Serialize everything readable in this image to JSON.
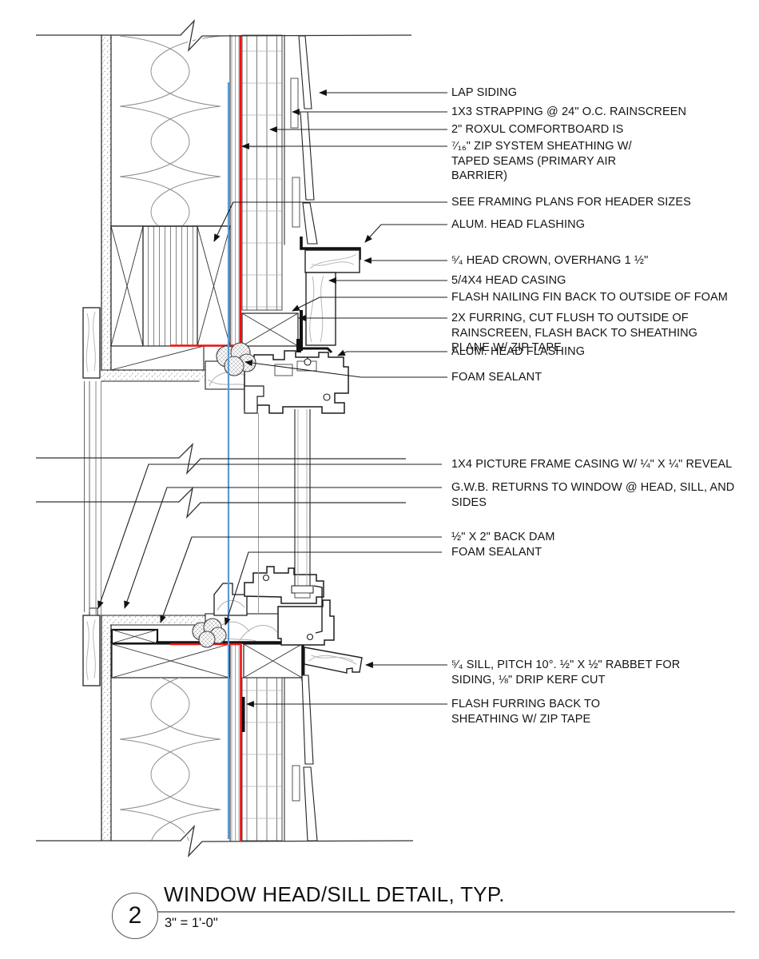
{
  "colors": {
    "air_barrier_red": "#f01010",
    "interior_plane_blue": "#5b9bd5",
    "line_black": "#1c1c1c"
  },
  "title_block": {
    "number": "2",
    "title": "WINDOW HEAD/SILL DETAIL, TYP.",
    "scale": "3\" = 1'-0\""
  },
  "callouts": [
    {
      "id": "lap-siding",
      "text": "LAP SIDING"
    },
    {
      "id": "strapping",
      "text": "1X3 STRAPPING @ 24\" O.C. RAINSCREEN"
    },
    {
      "id": "comfortboard",
      "text": "2\" ROXUL COMFORTBOARD IS"
    },
    {
      "id": "zip-sheathing",
      "text": "⁷⁄₁₆\" ZIP SYSTEM SHEATHING W/ TAPED SEAMS (PRIMARY AIR BARRIER)"
    },
    {
      "id": "header-note",
      "text": "SEE FRAMING PLANS FOR HEADER SIZES"
    },
    {
      "id": "head-flashing-upper",
      "text": "ALUM. HEAD FLASHING"
    },
    {
      "id": "head-crown",
      "text": "⁵⁄₄ HEAD CROWN, OVERHANG 1 ½\""
    },
    {
      "id": "head-casing",
      "text": "5/4X4 HEAD CASING"
    },
    {
      "id": "nailing-fin-note",
      "text": "FLASH NAILING FIN BACK TO OUTSIDE OF FOAM"
    },
    {
      "id": "furring-note",
      "text": "2X FURRING, CUT FLUSH TO OUTSIDE OF RAINSCREEN, FLASH BACK TO SHEATHING PLANE W/ ZIP TAPE"
    },
    {
      "id": "head-flashing-lower",
      "text": "ALUM. HEAD FLASHING"
    },
    {
      "id": "foam-sealant-head",
      "text": "FOAM SEALANT"
    },
    {
      "id": "picture-frame-casing",
      "text": "1X4 PICTURE FRAME CASING W/ ¼\" X ¼\" REVEAL"
    },
    {
      "id": "gwb-returns",
      "text": "G.W.B. RETURNS TO WINDOW @ HEAD, SILL, AND SIDES"
    },
    {
      "id": "back-dam",
      "text": "½\" X 2\" BACK DAM"
    },
    {
      "id": "foam-sealant-sill",
      "text": "FOAM SEALANT"
    },
    {
      "id": "sill-note",
      "text": "⁵⁄₄ SILL, PITCH 10°. ½\" X ½\" RABBET FOR SIDING, ⅛\" DRIP KERF CUT"
    },
    {
      "id": "flash-furring-note",
      "text": "FLASH FURRING BACK TO SHEATHING W/ ZIP TAPE"
    }
  ]
}
